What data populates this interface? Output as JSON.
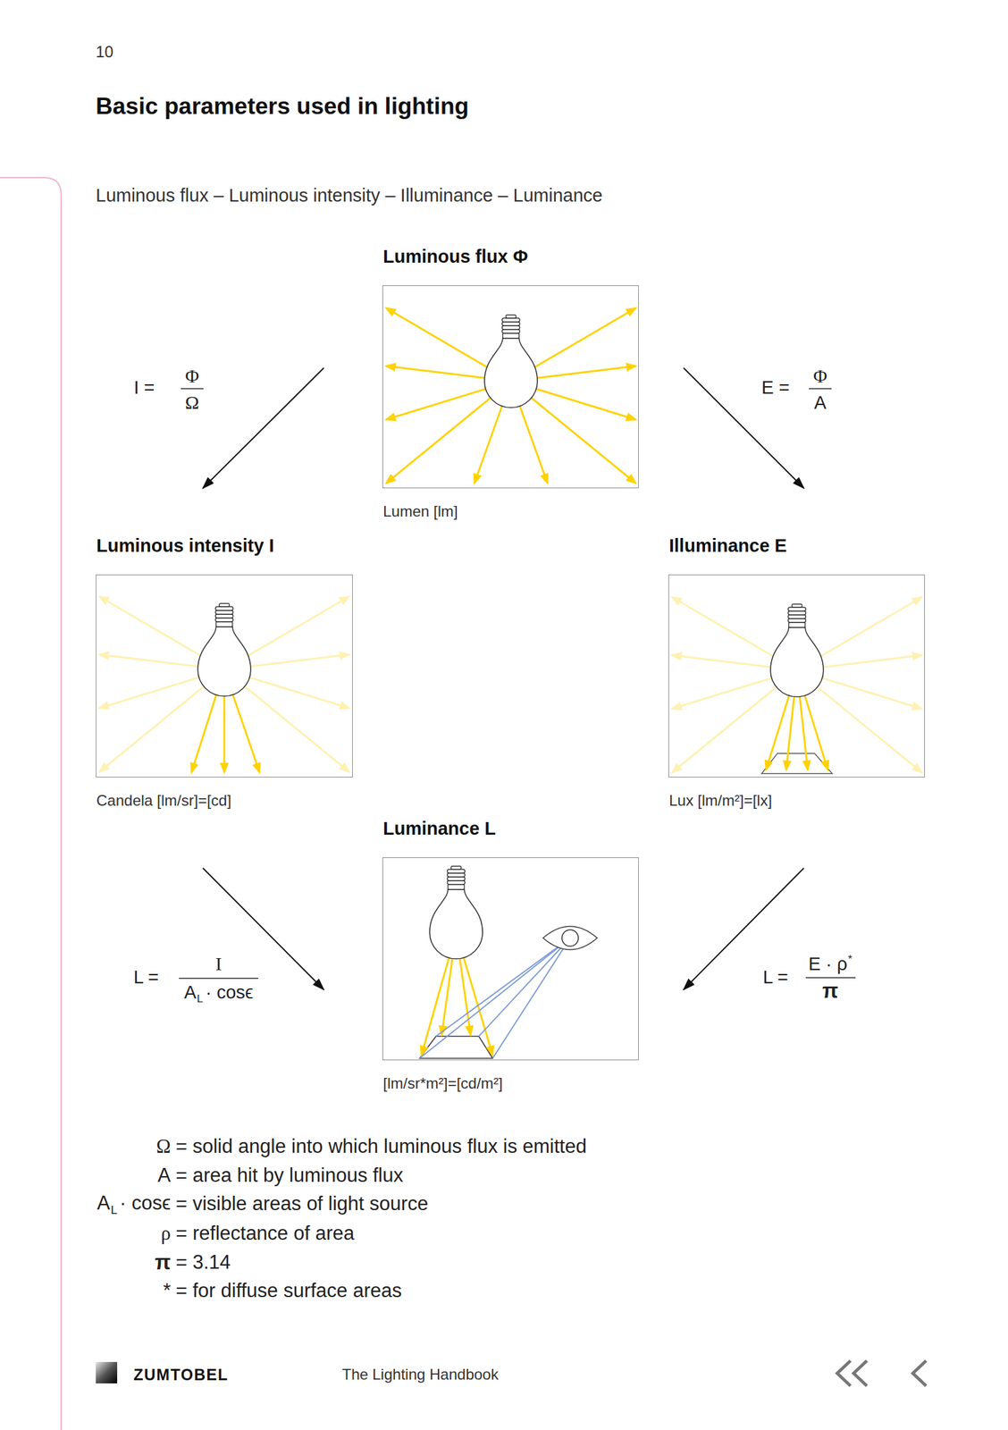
{
  "diagram": {
    "title": "Basic parameters used in lighting",
    "nodes": [
      {
        "text": [
          "Luminous flux Φ",
          "Lumen [lm]"
        ]
      },
      {
        "text": [
          "Luminous intensity I",
          "Candela [lm/sr]=[cd]"
        ]
      },
      {
        "text": [
          "Illuminance E",
          "Lux [lm/m²]=[lx]"
        ]
      },
      {
        "text": [
          "Luminance L",
          "[lm/sr*m²]=[cd/m²]"
        ]
      }
    ],
    "edges": [
      {
        "from": 0,
        "to": 1,
        "arrow": "to"
      },
      {
        "from": 0,
        "to": 2,
        "arrow": "to"
      },
      {
        "from": 1,
        "to": 3,
        "arrow": "to"
      },
      {
        "from": 2,
        "to": 3,
        "arrow": "to"
      }
    ],
    "labels": [
      "10",
      "Luminous flux – Luminous intensity – Illuminance – Luminance",
      "I =",
      "Φ",
      "Ω",
      "E =",
      "Φ",
      "A",
      "L =",
      "I",
      "A",
      "L",
      "· cosϵ",
      "L =",
      "E · ρ",
      "*",
      "π",
      "Ω",
      "= solid angle into which luminous flux is emitted",
      "A",
      "= area hit by luminous flux",
      "A",
      "L",
      "· cosϵ",
      "= visible areas of light source",
      "ρ",
      "= reflectance of area",
      "π",
      "= 3.14",
      "*",
      "= for diffuse surface areas",
      "ZUMTOBEL",
      "The Lighting Handbook"
    ]
  }
}
